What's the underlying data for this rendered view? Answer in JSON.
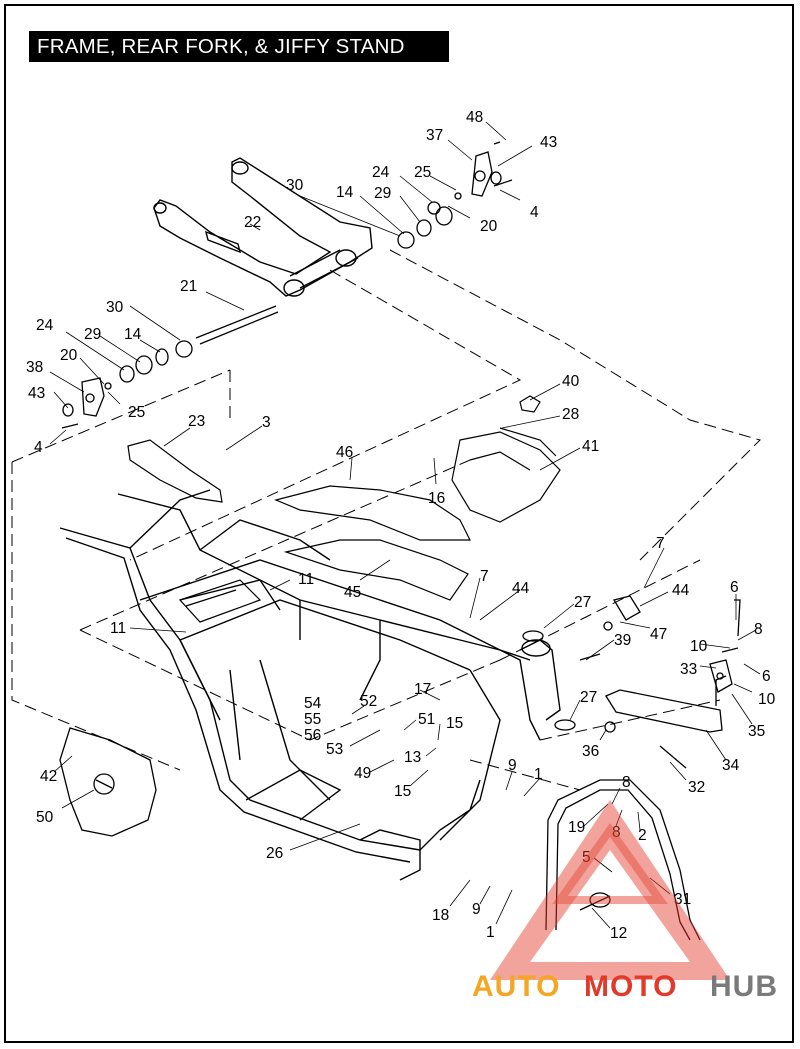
{
  "title": "FRAME, REAR FORK, & JIFFY STAND",
  "colors": {
    "line": "#000000",
    "background": "#ffffff",
    "watermark_red": "#e23a2a",
    "watermark_orange": "#f5a623",
    "watermark_gray": "#7a7a7a"
  },
  "watermark": {
    "part1": "AUTO",
    "part2": "MOTO",
    "part3": "HUB"
  },
  "callouts": [
    {
      "label": "48"
    },
    {
      "label": "37"
    },
    {
      "label": "43"
    },
    {
      "label": "25"
    },
    {
      "label": "24"
    },
    {
      "label": "30"
    },
    {
      "label": "14"
    },
    {
      "label": "29"
    },
    {
      "label": "4"
    },
    {
      "label": "20"
    },
    {
      "label": "22"
    },
    {
      "label": "21"
    },
    {
      "label": "30"
    },
    {
      "label": "24"
    },
    {
      "label": "29"
    },
    {
      "label": "14"
    },
    {
      "label": "38"
    },
    {
      "label": "20"
    },
    {
      "label": "43"
    },
    {
      "label": "25"
    },
    {
      "label": "4"
    },
    {
      "label": "23"
    },
    {
      "label": "3"
    },
    {
      "label": "40"
    },
    {
      "label": "28"
    },
    {
      "label": "41"
    },
    {
      "label": "46"
    },
    {
      "label": "16"
    },
    {
      "label": "7"
    },
    {
      "label": "11"
    },
    {
      "label": "45"
    },
    {
      "label": "7"
    },
    {
      "label": "44"
    },
    {
      "label": "44"
    },
    {
      "label": "27"
    },
    {
      "label": "6"
    },
    {
      "label": "47"
    },
    {
      "label": "8"
    },
    {
      "label": "10"
    },
    {
      "label": "11"
    },
    {
      "label": "39"
    },
    {
      "label": "33"
    },
    {
      "label": "6"
    },
    {
      "label": "10"
    },
    {
      "label": "54"
    },
    {
      "label": "55"
    },
    {
      "label": "56"
    },
    {
      "label": "52"
    },
    {
      "label": "17"
    },
    {
      "label": "27"
    },
    {
      "label": "51"
    },
    {
      "label": "15"
    },
    {
      "label": "35"
    },
    {
      "label": "53"
    },
    {
      "label": "13"
    },
    {
      "label": "36"
    },
    {
      "label": "34"
    },
    {
      "label": "42"
    },
    {
      "label": "49"
    },
    {
      "label": "9"
    },
    {
      "label": "1"
    },
    {
      "label": "15"
    },
    {
      "label": "32"
    },
    {
      "label": "8"
    },
    {
      "label": "50"
    },
    {
      "label": "19"
    },
    {
      "label": "8"
    },
    {
      "label": "2"
    },
    {
      "label": "26"
    },
    {
      "label": "5"
    },
    {
      "label": "31"
    },
    {
      "label": "18"
    },
    {
      "label": "9"
    },
    {
      "label": "12"
    },
    {
      "label": "1"
    }
  ]
}
